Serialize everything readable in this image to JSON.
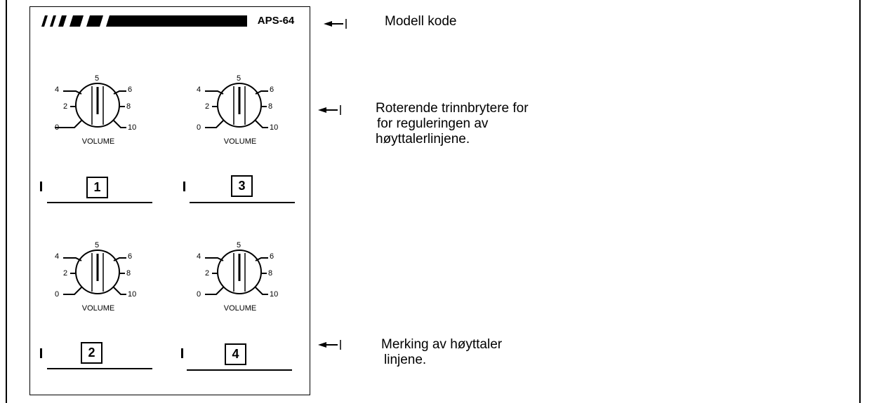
{
  "panel": {
    "model_code": "APS-64",
    "knobs": [
      {
        "ticks": {
          "t0": "0",
          "t2": "2",
          "t4": "4",
          "t5": "5",
          "t6": "6",
          "t8": "8",
          "t10": "10"
        },
        "label": "VOLUME",
        "line_number": "1"
      },
      {
        "ticks": {
          "t0": "0",
          "t2": "2",
          "t4": "4",
          "t5": "5",
          "t6": "6",
          "t8": "8",
          "t10": "10"
        },
        "label": "VOLUME",
        "line_number": "3"
      },
      {
        "ticks": {
          "t0": "0",
          "t2": "2",
          "t4": "4",
          "t5": "5",
          "t6": "6",
          "t8": "8",
          "t10": "10"
        },
        "label": "VOLUME",
        "line_number": "2"
      },
      {
        "ticks": {
          "t0": "0",
          "t2": "2",
          "t4": "4",
          "t5": "5",
          "t6": "6",
          "t8": "8",
          "t10": "10"
        },
        "label": "VOLUME",
        "line_number": "4"
      }
    ]
  },
  "callouts": [
    {
      "lines": [
        "Modell kode"
      ]
    },
    {
      "lines": [
        "Roterende trinnbrytere for",
        "for reguleringen av",
        "høyttalerlinjene."
      ]
    },
    {
      "lines": [
        "Merking av høyttaler",
        "linjene."
      ]
    }
  ]
}
